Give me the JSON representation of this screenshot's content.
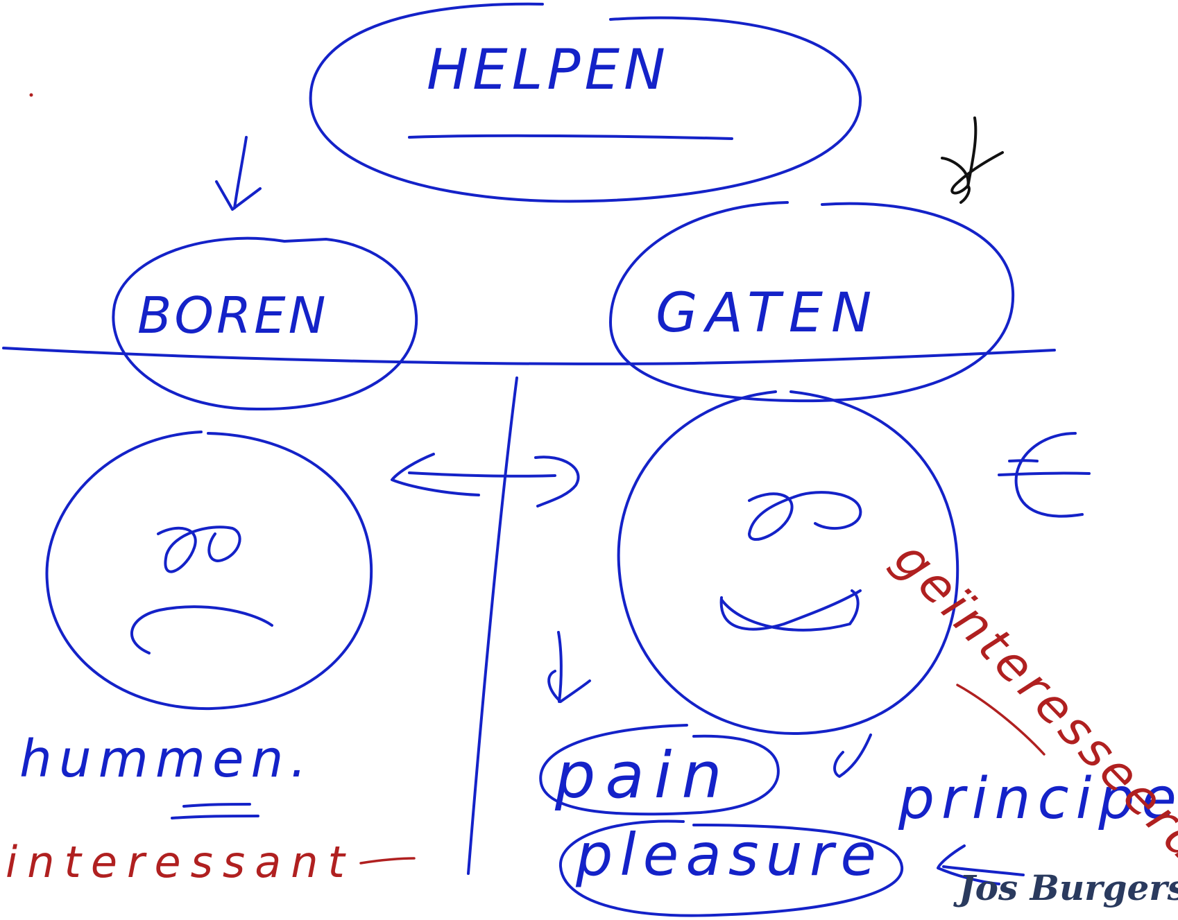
{
  "title": "HELPEN",
  "left_branch": {
    "label": "BOREN"
  },
  "right_branch": {
    "label": "GATEN"
  },
  "notes": {
    "hmm": "hummen.",
    "interessant": "interessant",
    "pain": "pain",
    "pleasure": "pleasure",
    "principle": "principe",
    "geinteresseerd": "geïnteresseerd"
  },
  "signature": "Jos Burgers",
  "colors": {
    "blue_ink": "#1422c8",
    "red_ink": "#b02020",
    "black_ink": "#111111",
    "signature": "#2a3a5e"
  },
  "icons": [
    "arrow-down-icon",
    "sad-face-icon",
    "happy-face-icon",
    "euro-icon",
    "double-arrow-icon"
  ]
}
